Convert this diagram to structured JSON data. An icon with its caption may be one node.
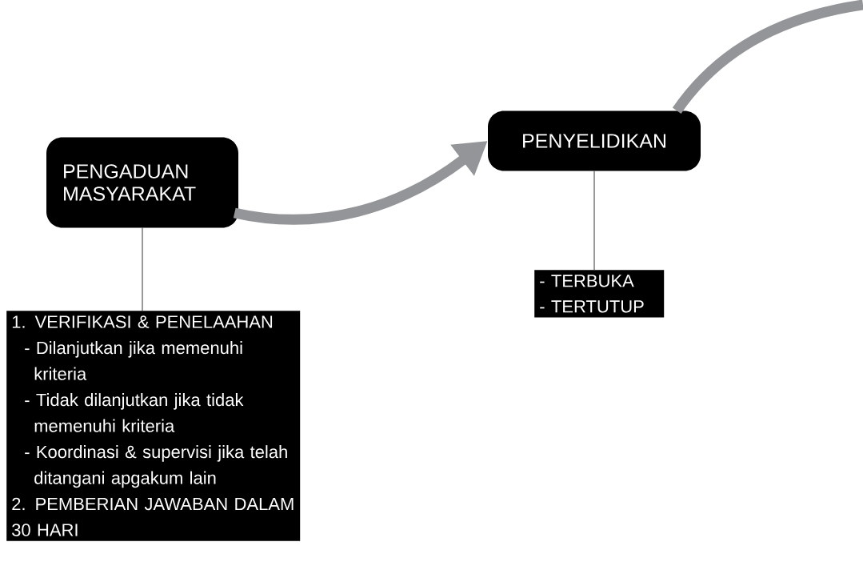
{
  "diagram": {
    "nodes": [
      {
        "text": [
          "PENGADUAN MASYARAKAT"
        ]
      },
      {
        "text": [
          "PENYELIDIKAN"
        ]
      },
      {
        "text": [
          "1. VERIFIKASI & PENELAAHAN",
          "- Dilanjutkan jika memenuhi kriteria",
          "- Tidak dilanjutkan jika tidak memenuhi kriteria",
          "- Koordinasi & supervisi jika telah ditangani apgakum lain",
          "2. PEMBERIAN JAWABAN DALAM 30 HARI"
        ]
      },
      {
        "text": [
          "- TERBUKA",
          "- TERTUTUP"
        ]
      }
    ],
    "edges": [
      {
        "from": 0,
        "to": 1,
        "arrow": "to",
        "style": "thick",
        "color": "#939598"
      },
      {
        "from": 1,
        "to": null,
        "arrow": "none",
        "style": "thick",
        "color": "#939598"
      },
      {
        "from": 0,
        "to": 2,
        "arrow": "none",
        "color": "#000000"
      },
      {
        "from": 1,
        "to": 3,
        "arrow": "none",
        "color": "#000000"
      }
    ]
  }
}
